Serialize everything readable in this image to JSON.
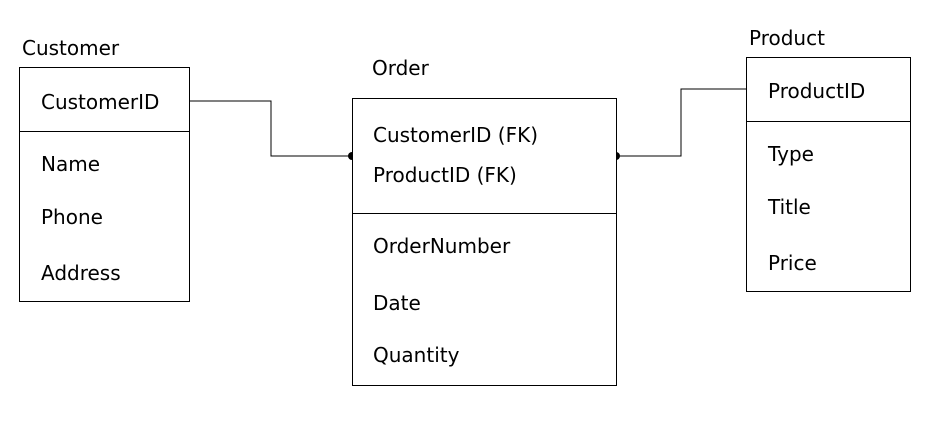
{
  "entities": {
    "customer": {
      "name": "Customer",
      "keys": [
        "CustomerID"
      ],
      "attributes": [
        "Name",
        "Phone",
        "Address"
      ]
    },
    "order": {
      "name": "Order",
      "keys": [
        "CustomerID (FK)",
        "ProductID (FK)"
      ],
      "attributes": [
        "OrderNumber",
        "Date",
        "Quantity"
      ]
    },
    "product": {
      "name": "Product",
      "keys": [
        "ProductID"
      ],
      "attributes": [
        "Type",
        "Title",
        "Price"
      ]
    }
  },
  "relationships": [
    {
      "from": "Customer.CustomerID",
      "to": "Order.CustomerID (FK)"
    },
    {
      "from": "Product.ProductID",
      "to": "Order.ProductID (FK)"
    }
  ]
}
